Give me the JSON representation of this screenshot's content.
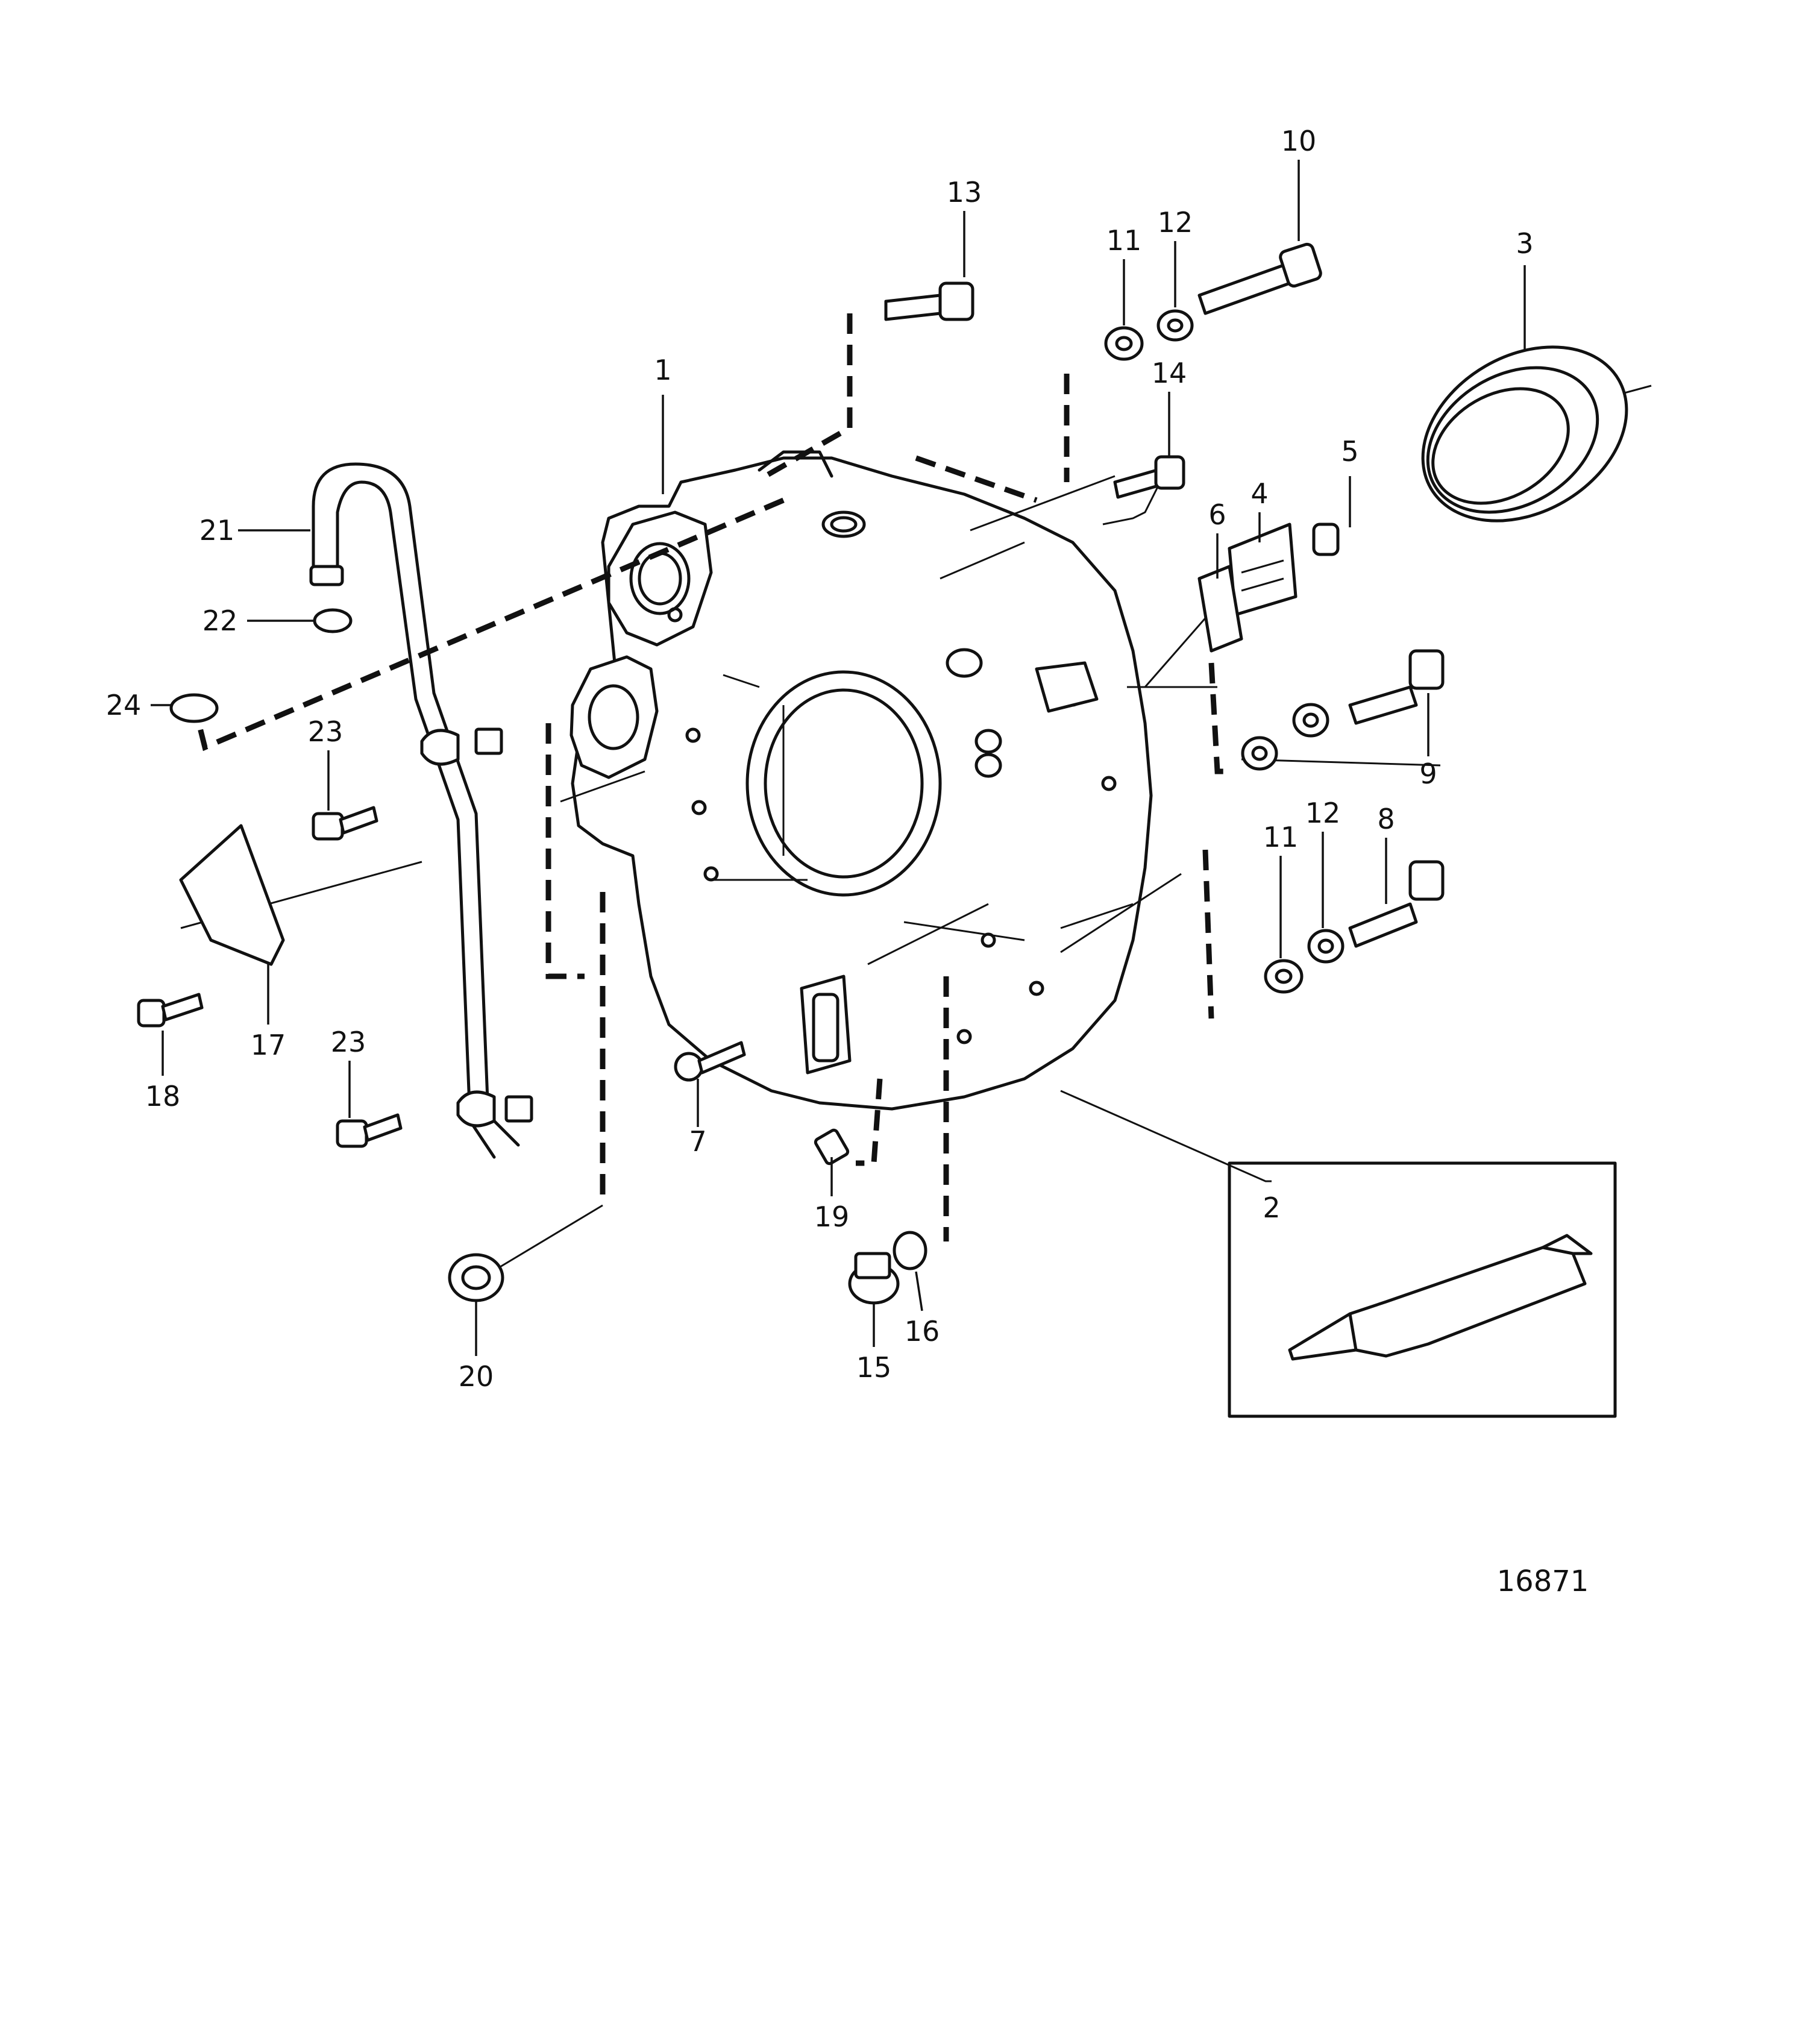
{
  "callouts": [
    "1",
    "2",
    "3",
    "4",
    "5",
    "6",
    "7",
    "8",
    "9",
    "10",
    "11",
    "11",
    "12",
    "12",
    "13",
    "14",
    "15",
    "16",
    "17",
    "18",
    "19",
    "20",
    "21",
    "22",
    "23",
    "23",
    "24"
  ],
  "figure_number": "16871"
}
